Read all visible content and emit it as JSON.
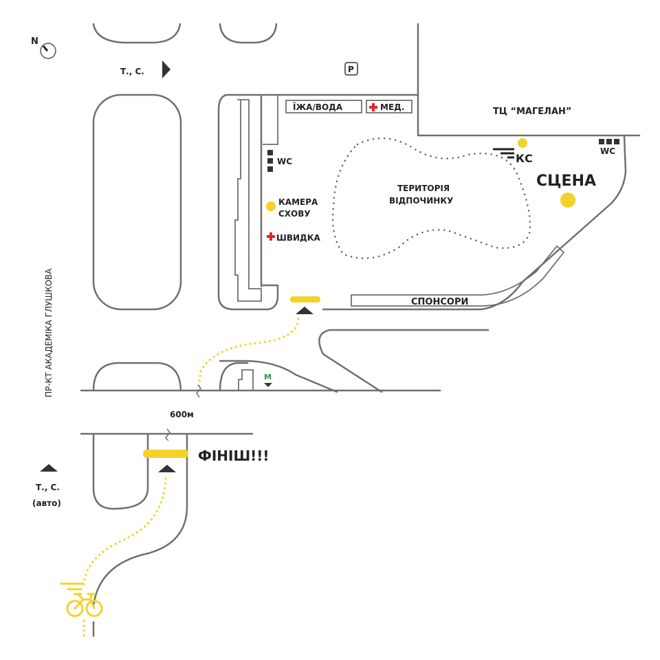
{
  "map": {
    "compass_label": "N",
    "colors": {
      "accent_yellow": "#f3d22a",
      "road_gray": "#6f6f6f",
      "text_dark": "#222222",
      "medical_red": "#e5252a",
      "metro_green": "#2a9d4a"
    },
    "labels": {
      "taxi_top": "Т., С.",
      "parking": "P",
      "food_water": "ЇЖА/ВОДА",
      "medical": "МЕД.",
      "mall": "ТЦ “МАГЕЛАН”",
      "wc_left": "WC",
      "wc_right": "WC",
      "luggage_line1": "КАМЕРА",
      "luggage_line2": "СХОВУ",
      "ambulance": "ШВИДКА",
      "rest_line1": "ТЕРИТОРІЯ",
      "rest_line2": "ВІДПОЧИНКУ",
      "ks": "КС",
      "stage": "СЦЕНА",
      "sponsors": "СПОНСОРИ",
      "metro": "М",
      "street": "ПР-КТ АКАДЕМІКА ГЛУШКОВА",
      "distance": "600м",
      "finish": "ФІНІШ!!!",
      "taxi_bottom_line1": "Т., С.",
      "taxi_bottom_line2": "(авто)"
    },
    "icons": [
      "compass-icon",
      "taxi-arrow-icon",
      "parking-icon",
      "medical-cross-icon",
      "wc-icon",
      "luggage-dot-icon",
      "ambulance-cross-icon",
      "ks-icon",
      "stage-dot-icon",
      "metro-icon",
      "entrance-arrow-icon",
      "finish-bar-icon",
      "bicycle-icon"
    ]
  }
}
